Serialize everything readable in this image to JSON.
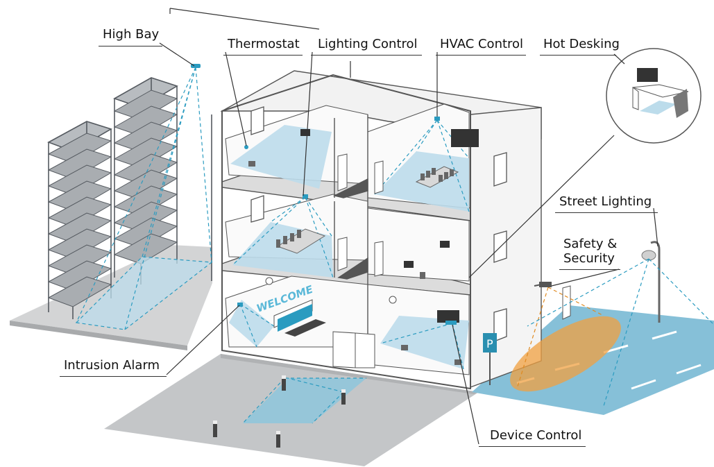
{
  "labels": {
    "high_bay": "High Bay",
    "thermostat": "Thermostat",
    "lighting_control": "Lighting Control",
    "hvac_control": "HVAC Control",
    "hot_desking": "Hot Desking",
    "street_lighting": "Street Lighting",
    "safety_security_line1": "Safety &",
    "safety_security_line2": "Security",
    "intrusion_alarm": "Intrusion Alarm",
    "device_control": "Device Control"
  },
  "signs": {
    "welcome": "WELCOME",
    "parking": "P"
  },
  "colors": {
    "zone_fill": "#bcdceb",
    "sensor_line": "#2a9bc0",
    "security_zone": "#f0a040",
    "road": "#86c0d8",
    "ground": "#c8cacb",
    "building_outline": "#555555",
    "rack": "#555a60"
  },
  "icons": [
    "ceiling-sensor-icon",
    "street-lamp-icon",
    "security-camera-icon",
    "bollard-icon",
    "parking-sign-icon",
    "monitor-icon",
    "office-chair-icon"
  ]
}
